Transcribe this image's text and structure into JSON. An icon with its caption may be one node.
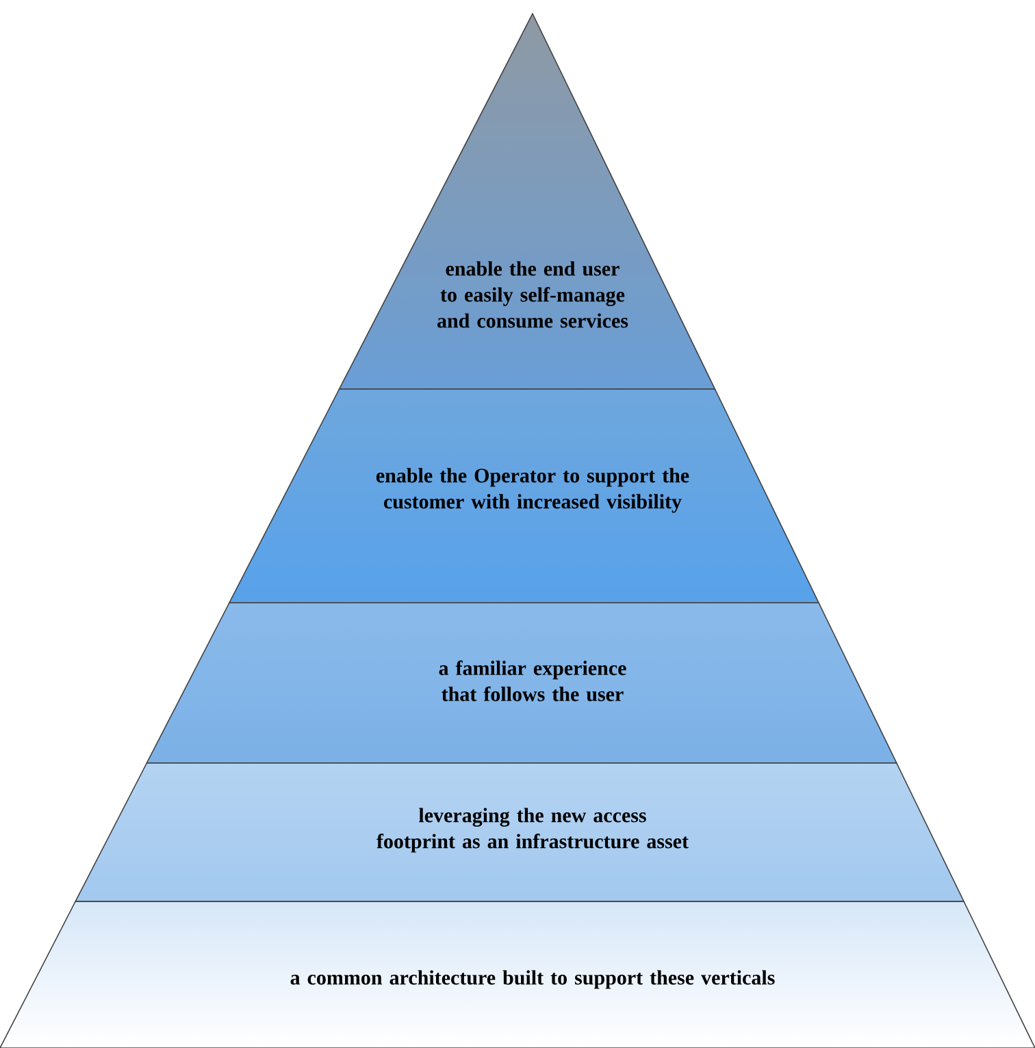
{
  "diagram": {
    "nodes": [
      {
        "text": [
          "enable the end user to easily self-manage and consume services"
        ]
      },
      {
        "text": [
          "enable the Operator to support the customer with increased visibility"
        ]
      },
      {
        "text": [
          "a familiar experience that follows the user"
        ]
      },
      {
        "text": [
          "leveraging the new access footprint as an infrastructure asset"
        ]
      },
      {
        "text": [
          "a common architecture built to support these verticals"
        ]
      }
    ]
  }
}
